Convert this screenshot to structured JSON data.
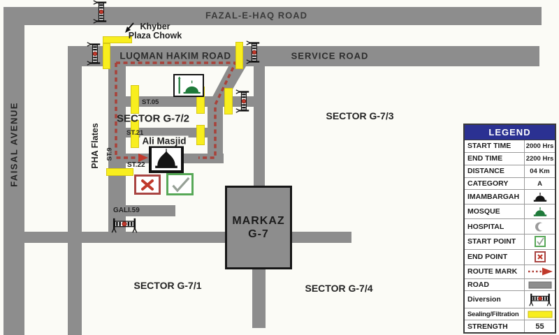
{
  "colors": {
    "road_gray": "#8d8d8d",
    "sealing_yellow": "#f8ee1e",
    "route_red": "#a8423a",
    "legend_blue": "#2b3192",
    "mosque_green": "#1e7a3a",
    "end_point_red": "#c0392b",
    "start_point_green": "#57a857"
  },
  "map": {
    "roads": {
      "fazal_e_haq": "FAZAL-E-HAQ ROAD",
      "luqman_hakim": "LUQMAN HAKIM ROAD",
      "service": "SERVICE ROAD",
      "faisal_avenue": "FAISAL AVENUE"
    },
    "streets": {
      "st05": "ST.05",
      "st21": "ST.21",
      "st22": "ST.22",
      "st9": "ST.9",
      "gali59": "GALI.59",
      "pha_flates": "PHA Flates"
    },
    "sectors": {
      "g72": "SECTOR G-7/2",
      "g73": "SECTOR G-7/3",
      "g71": "SECTOR G-7/1",
      "g74": "SECTOR G-7/4"
    },
    "places": {
      "khyber_line1": "Khyber",
      "khyber_line2": "Plaza Chowk",
      "ali_masjid": "Ali Masjid",
      "markaz_line1": "MARKAZ",
      "markaz_line2": "G-7"
    }
  },
  "legend": {
    "title": "LEGEND",
    "rows": [
      {
        "label": "START TIME",
        "value": "2000 Hrs"
      },
      {
        "label": "END TIME",
        "value": "2200 Hrs"
      },
      {
        "label": "DISTANCE",
        "value": "04 Km"
      },
      {
        "label": "CATEGORY",
        "value": "A"
      },
      {
        "label": "IMAMBARGAH",
        "icon": "imambargah-icon"
      },
      {
        "label": "MOSQUE",
        "icon": "mosque-icon"
      },
      {
        "label": "HOSPITAL",
        "icon": "hospital-crescent-icon"
      },
      {
        "label": "START POINT",
        "icon": "start-point-icon"
      },
      {
        "label": "END POINT",
        "icon": "end-point-icon"
      },
      {
        "label": "ROUTE MARK",
        "icon": "route-mark-icon"
      },
      {
        "label": "ROAD",
        "icon": "road-icon"
      },
      {
        "label": "Diversion",
        "icon": "diversion-barrier-icon"
      },
      {
        "label": "Sealing/Filtration",
        "icon": "sealing-filtration-icon"
      },
      {
        "label": "STRENGTH",
        "value": "55"
      }
    ]
  }
}
